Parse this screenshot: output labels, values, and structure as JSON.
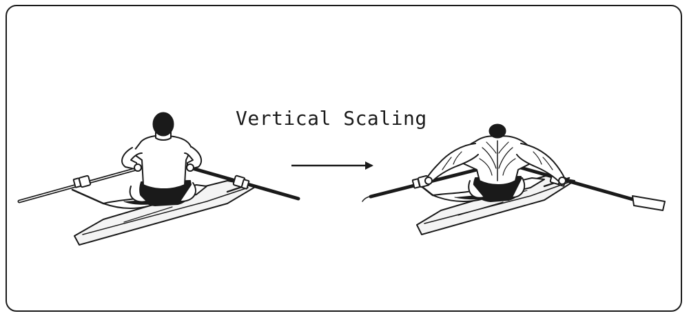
{
  "diagram": {
    "title": "Vertical Scaling",
    "colors": {
      "ink": "#1a1a1a",
      "paper": "#ffffff",
      "hull": "#f4f4f4"
    },
    "nodes": [
      {
        "id": "small-rower",
        "shape": "rower-illustration",
        "depicts": "slim rower in single scull"
      },
      {
        "id": "big-rower",
        "shape": "rower-illustration",
        "depicts": "muscular rower in single scull"
      }
    ],
    "edges": [
      {
        "from": "small-rower",
        "to": "big-rower",
        "type": "arrow"
      }
    ]
  }
}
